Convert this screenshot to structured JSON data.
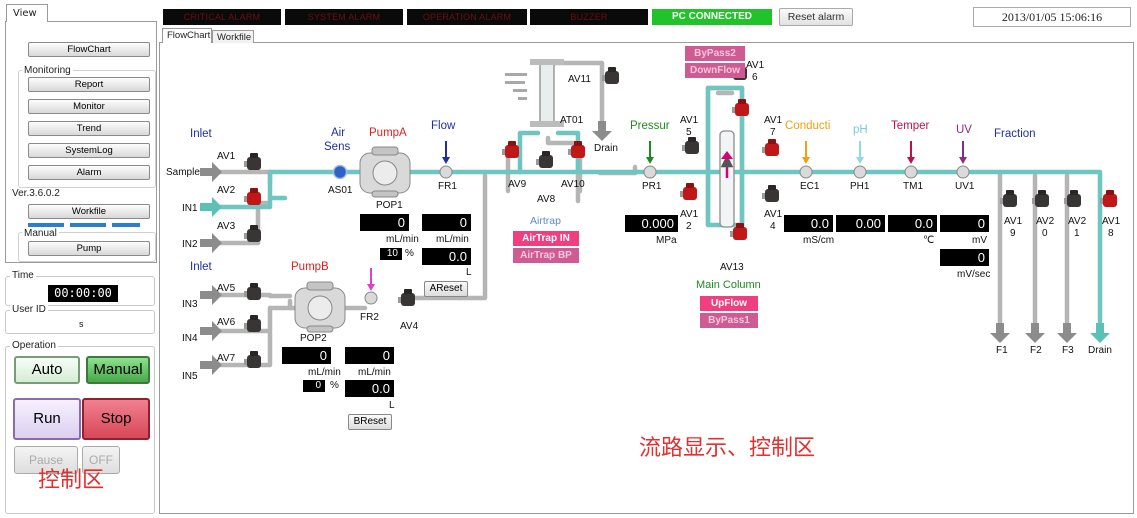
{
  "left_panel": {
    "view_tab": "View",
    "buttons": {
      "flowchart": "FlowChart",
      "report": "Report",
      "monitor": "Monitor",
      "trend": "Trend",
      "systemlog": "SystemLog",
      "alarm": "Alarm",
      "workfile": "Workfile",
      "pump": "Pump"
    },
    "monitoring_label": "Monitoring",
    "version": "Ver.3.6.0.2",
    "manual_label": "Manual",
    "time_label": "Time",
    "time_value": "00:00:00",
    "user_id_label": "User ID",
    "user_id_value": "s",
    "operation_label": "Operation",
    "op_buttons": {
      "auto": "Auto",
      "manual": "Manual",
      "run": "Run",
      "stop": "Stop",
      "pause": "Pause",
      "off": "OFF"
    },
    "annotation": "控制区"
  },
  "top_bar": {
    "alarms": [
      "CRITICAL ALARM",
      "SYSTEM ALARM",
      "OPERATION ALARM",
      "BUZZER"
    ],
    "pc_connected": "PC CONNECTED",
    "reset_alarm": "Reset alarm",
    "datetime": "2013/01/05 15:06:16"
  },
  "tabs": {
    "flowchart": "FlowChart",
    "workfile": "Workfile"
  },
  "flow": {
    "inlet_a": "Inlet",
    "inlet_b": "Inlet",
    "sources": [
      "Sample",
      "IN1",
      "IN2",
      "IN3",
      "IN4",
      "IN5"
    ],
    "valves": {
      "av1": "AV1",
      "av2": "AV2",
      "av3": "AV3",
      "av4": "AV4",
      "av5": "AV5",
      "av6": "AV6",
      "av7": "AV7",
      "av8": "AV8",
      "av9": "AV9",
      "av10": "AV10",
      "av11": "AV11",
      "av13": "AV13",
      "av15a": "AV1",
      "av15b": "5",
      "av16a": "AV1",
      "av16b": "6",
      "av17a": "AV1",
      "av17b": "7",
      "av12a": "AV1",
      "av12b": "2",
      "av14a": "AV1",
      "av14b": "4",
      "av19a": "AV1",
      "av19b": "9",
      "av20a": "AV2",
      "av20b": "0",
      "av21a": "AV2",
      "av21b": "1",
      "av18a": "AV1",
      "av18b": "8"
    },
    "air_sens": {
      "line1": "Air",
      "line2": "Sens",
      "tag": "AS01"
    },
    "pump_a": {
      "name": "PumpA",
      "tag": "POP1",
      "flow": "0",
      "flow_unit": "mL/min",
      "percent": "10",
      "percent_unit": "%",
      "volume_top": "0",
      "volume_unit": "mL/min",
      "volume": "0.0",
      "volume_l": "L",
      "reset": "AReset"
    },
    "pump_b": {
      "name": "PumpB",
      "tag": "POP2",
      "flow": "0",
      "flow_unit": "mL/min",
      "percent": "0",
      "percent_unit": "%",
      "volume_top": "0",
      "volume_unit": "mL/min",
      "volume": "0.0",
      "volume_l": "L",
      "reset": "BReset"
    },
    "flow_sensor": {
      "name": "Flow",
      "tag": "FR1"
    },
    "fr2": "FR2",
    "airtrap": {
      "title": "Airtrap",
      "tag": "AT01",
      "in": "AirTrap IN",
      "bp": "AirTrap BP",
      "drain": "Drain"
    },
    "pressure": {
      "name": "Pressur",
      "tag": "PR1",
      "value": "0.000",
      "unit": "MPa"
    },
    "column": {
      "name": "Main Column",
      "bypass2": "ByPass2",
      "downflow": "DownFlow",
      "upflow": "UpFlow",
      "bypass1": "ByPass1"
    },
    "conductivity": {
      "name": "Conducti",
      "tag": "EC1",
      "value": "0.0",
      "unit": "mS/cm"
    },
    "ph": {
      "name": "pH",
      "tag": "PH1",
      "value": "0.00"
    },
    "temperature": {
      "name": "Temper",
      "tag": "TM1",
      "value": "0.0",
      "unit": "℃"
    },
    "uv": {
      "name": "UV",
      "tag": "UV1",
      "value": "0",
      "unit": "mV",
      "rate": "0",
      "rate_unit": "mV/sec"
    },
    "fraction": {
      "name": "Fraction",
      "outlets": [
        "F1",
        "F2",
        "F3",
        "Drain"
      ]
    },
    "annotation": "流路显示、控制区"
  },
  "colors": {
    "pipe_active": "#6fc5bf",
    "pipe_idle": "#b5b5b5",
    "valve_open": "#c01818",
    "valve_closed": "#3a3535",
    "pc_connected": "#22c22a"
  }
}
